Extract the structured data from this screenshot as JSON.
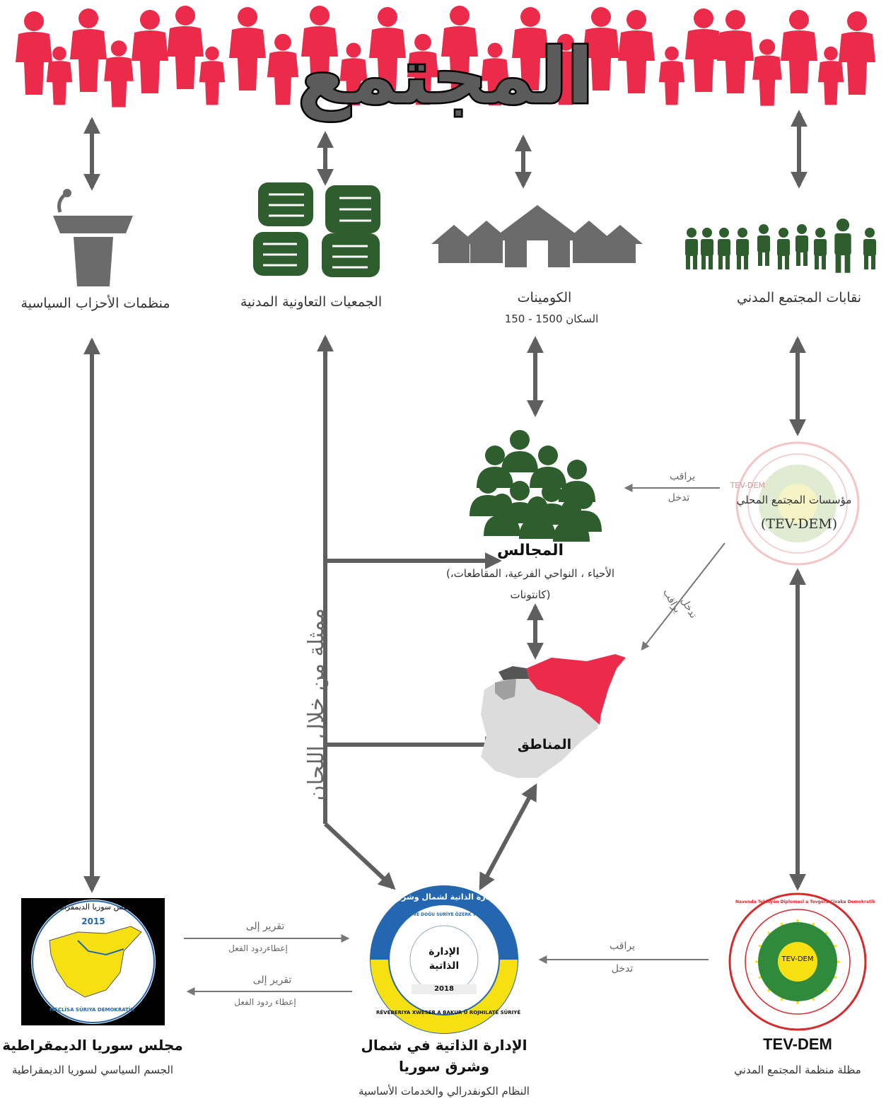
{
  "header": {
    "title": "المجتمع"
  },
  "nodes": {
    "parties": {
      "label": "منظمات الأحزاب السياسية"
    },
    "coops": {
      "label": "الجمعيات التعاونية المدنية"
    },
    "communes": {
      "label": "الكومينات",
      "sub": "السكان 1500 - 150"
    },
    "unions": {
      "label": "نقابات المجتمع المدني"
    },
    "councils": {
      "label": "المجالس",
      "sub1": "الأحياء ، النواحي الفرعية، المقاطعات،)",
      "sub2": "(كانتونات"
    },
    "local_inst": {
      "label1": "مؤسسات المجتمع المحلي",
      "label2": "(TEV-DEM)",
      "ghost": "TEV-DEM"
    },
    "regions": {
      "label": "المناطق"
    },
    "msd": {
      "title": "مجلس سوريا الديمقراطية",
      "sub": "الجسم السياسي لسوريا الديمقراطية",
      "logo_year": "2015",
      "logo_arc": "مجلس سوريا الديمقراطية",
      "logo_bottom": "MECLÎSA SÛRIYA DEMOKRATÎK"
    },
    "admin": {
      "title1": "الإدارة الذاتية في شمال",
      "title2": "وشرق سوريا",
      "sub": "النظام الكونفدرالي والخدمات الأساسية",
      "logo_top": "الإدارة الذاتية لشمال وشرق سوريا",
      "logo_inner_top": "KUZEY VE DOĞU SURİYE ÖZERK YÖNETİMİ",
      "logo_center1": "الإدارة",
      "logo_center2": "الذاتية",
      "logo_year": "2018",
      "logo_bottom": "RÊVEBERIYA XWESER A BAKUR Û ROJHILATÊ SÛRIYÊ"
    },
    "tevdem": {
      "title": "TEV-DEM",
      "sub": "مظلة منظمة المجتمع المدني",
      "logo_center": "TEV-DEM",
      "logo_ring": "Navenda Tekiliyên Diplomasî a Tevgera Civaka Demokratîk"
    }
  },
  "edges": {
    "committees": "ممثلة من خلال اللجان",
    "monitor1_a": "يراقب",
    "monitor1_b": "تدخل",
    "monitor2_a": "يراقب",
    "monitor2_b": "تدخل",
    "monitor3_a": "يراقب",
    "monitor3_b": "تدخل",
    "report1_a": "تقرير إلى",
    "report1_b": "إعطاءردود الفعل",
    "report2_a": "تقرير إلى",
    "report2_b": "إعطاء ردود الفعل"
  },
  "colors": {
    "crowd": "#ec2a4a",
    "green": "#2e5e2e",
    "gray": "#6b6b6b",
    "arrow": "#5f5f5f",
    "yellow": "#f6e012",
    "blue": "#2467b0"
  }
}
